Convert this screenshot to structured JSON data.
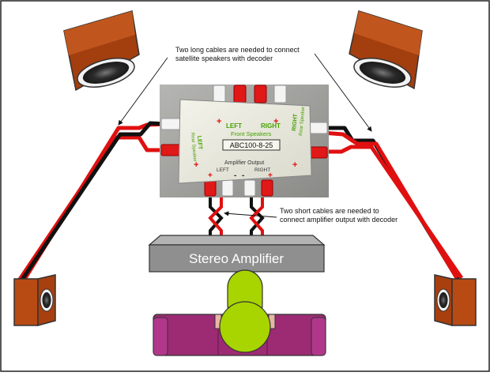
{
  "annotations": {
    "long_cables_line1": "Two long cables are needed to connect",
    "long_cables_line2": "satellite speakers with decoder",
    "short_cables_line1": "Two short cables are needed to",
    "short_cables_line2": "connect amplifier output with decoder"
  },
  "decoder": {
    "model": "ABC100-8-25",
    "front_title": "Front Speakers",
    "front_left": "LEFT",
    "front_right": "RIGHT",
    "rear_left_a": "LEFT",
    "rear_left_b": "Rear Speaker",
    "rear_right_a": "RIGHT",
    "rear_right_b": "Rear Speaker",
    "amp_output": "Amplifier Output",
    "amp_left": "LEFT",
    "amp_right": "RIGHT",
    "plus": "+",
    "minus": "-"
  },
  "amplifier": {
    "label": "Stereo Amplifier"
  },
  "colors": {
    "speaker_cabinet": "#b84a14",
    "cable_positive": "#e01010",
    "cable_negative": "#111111",
    "amplifier_body": "#8f8f8f",
    "sofa": "#9c2b73",
    "listener": "#a8d400",
    "decoder_photo": "#9e9e9b",
    "decoder_box": "#ececdf",
    "label_green": "#46a000"
  }
}
